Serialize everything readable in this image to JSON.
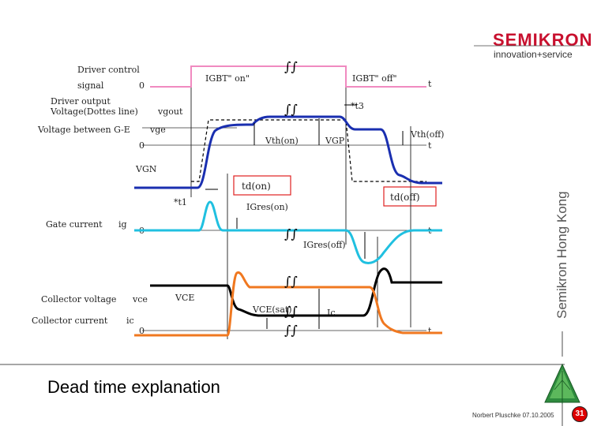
{
  "brand": {
    "name": "SEMIKRON",
    "tagline": "innovation+service",
    "vertical_text": "Semikron Hong Kong"
  },
  "slide": {
    "title": "Dead time explanation",
    "author_date": "Norbert Pluschke  07.10.2005",
    "page_number": "31"
  },
  "diagram": {
    "row_labels": {
      "driver_control": "Driver control",
      "signal": "signal",
      "driver_output": "Driver output",
      "voltage_dotted": "Voltage(Dottes line)",
      "vgout": "vgout",
      "voltage_ge": "Voltage between G-E",
      "vge": "vge",
      "gate_current": "Gate current",
      "ig": "ig",
      "collector_voltage": "Collector voltage",
      "vce": "vce",
      "collector_current": "Collector current",
      "ic": "ic"
    },
    "annotations": {
      "zero": "0",
      "t": "t",
      "igbt_on": "IGBT\" on\"",
      "igbt_off": "IGBT\" off\"",
      "t3": "*t3",
      "t1": "*t1",
      "vth_on": "Vth(on)",
      "vgp": "VGP",
      "vth_off": "Vth(off)",
      "vgn": "VGN",
      "td_on": "td(on)",
      "td_off": "td(off)",
      "igres_on": "IGres(on)",
      "igres_off": "IGres(off)",
      "vce_label": "VCE",
      "vce_sat": "VCE(sat)",
      "ic_label": "Ic"
    },
    "colors": {
      "driver_signal": "#f08ac0",
      "gate_voltage": "#1a2fb0",
      "gate_current": "#20c0e0",
      "collector_voltage": "#000000",
      "collector_current": "#f07820",
      "td_box": "#e02020"
    }
  }
}
